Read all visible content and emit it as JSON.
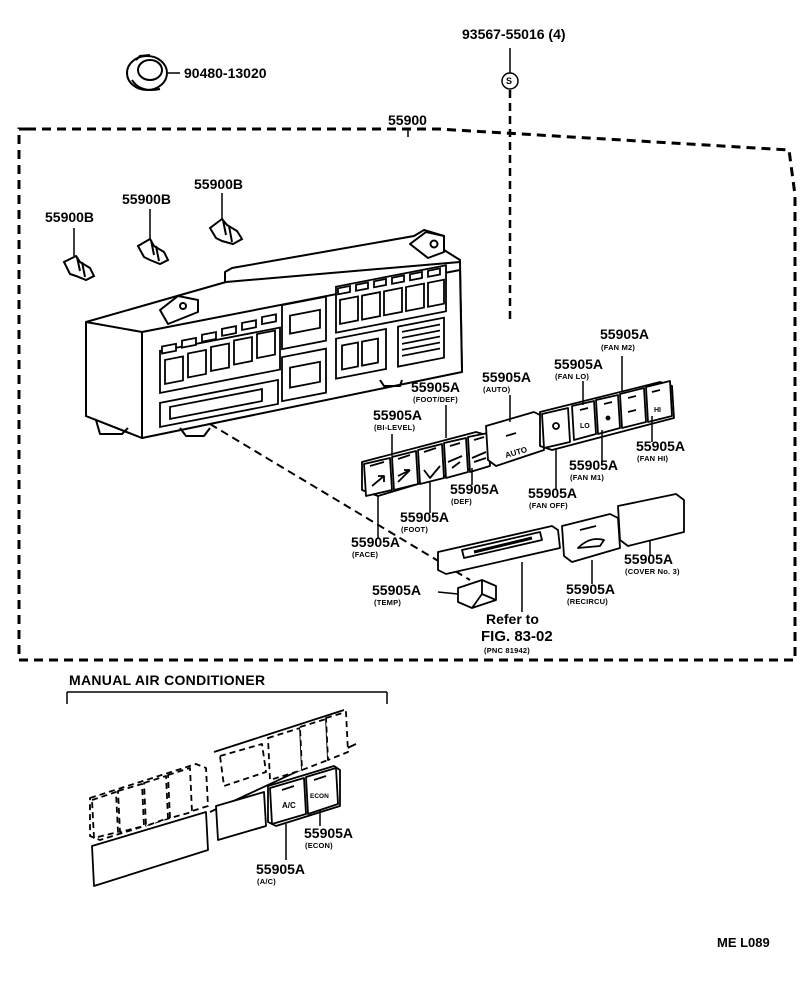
{
  "labels": {
    "clip_part": "90480-13020",
    "screw_part": "93567-55016 (4)",
    "screw_symbol": "S",
    "assembly": "55900",
    "bulb_a": "55900B",
    "bulb_b": "55900B",
    "bulb_c": "55900B",
    "fan_m2": {
      "pn": "55905A",
      "sub": "(FAN M2)"
    },
    "fan_lo": {
      "pn": "55905A",
      "sub": "(FAN LO)"
    },
    "auto": {
      "pn": "55905A",
      "sub": "(AUTO)"
    },
    "foot_def": {
      "pn": "55905A",
      "sub": "(FOOT/DEF)"
    },
    "bi_level": {
      "pn": "55905A",
      "sub": "(BI-LEVEL)"
    },
    "fan_hi": {
      "pn": "55905A",
      "sub": "(FAN HI)"
    },
    "fan_m1": {
      "pn": "55905A",
      "sub": "(FAN M1)"
    },
    "def": {
      "pn": "55905A",
      "sub": "(DEF)"
    },
    "fan_off": {
      "pn": "55905A",
      "sub": "(FAN OFF)"
    },
    "foot": {
      "pn": "55905A",
      "sub": "(FOOT)"
    },
    "face": {
      "pn": "55905A",
      "sub": "(FACE)"
    },
    "cover3": {
      "pn": "55905A",
      "sub": "(COVER No. 3)"
    },
    "recircu": {
      "pn": "55905A",
      "sub": "(RECIRCU)"
    },
    "temp": {
      "pn": "55905A",
      "sub": "(TEMP)"
    },
    "refer_line1": "Refer to",
    "refer_line2": "FIG. 83-02",
    "refer_pnc": "(PNC 81942)",
    "manual_ac_title": "MANUAL AIR CONDITIONER",
    "econ": {
      "pn": "55905A",
      "sub": "(ECON)"
    },
    "ac": {
      "pn": "55905A",
      "sub": "(A/C)"
    },
    "diagram_code": "ME L089"
  },
  "button_glyphs": {
    "auto": "AUTO",
    "ac": "A/C",
    "econ": "ECON",
    "fan_off": "OFF",
    "fan_lo": "LO",
    "fan_hi": "HI"
  }
}
